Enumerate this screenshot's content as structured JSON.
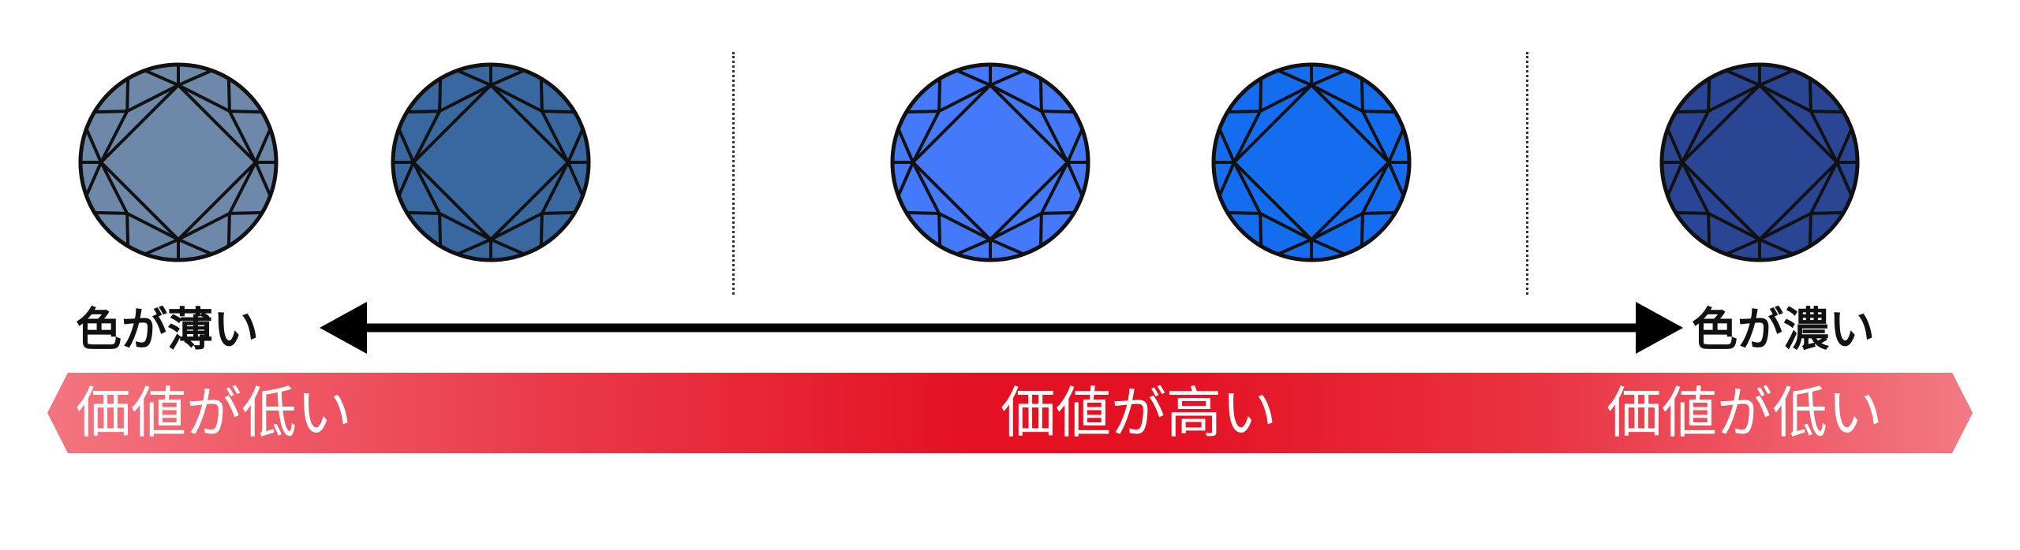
{
  "gems": [
    {
      "color": "#6d88a8"
    },
    {
      "color": "#3967a0"
    },
    {
      "color": "#4479fb"
    },
    {
      "color": "#146cef"
    },
    {
      "color": "#2b4595"
    }
  ],
  "scale": {
    "left_label": "色が薄い",
    "right_label": "色が濃い"
  },
  "value_band": {
    "left_label": "価値が低い",
    "center_label": "価値が高い",
    "right_label": "価値が低い",
    "color_edge": "#f3757f",
    "color_center": "#e41123"
  }
}
